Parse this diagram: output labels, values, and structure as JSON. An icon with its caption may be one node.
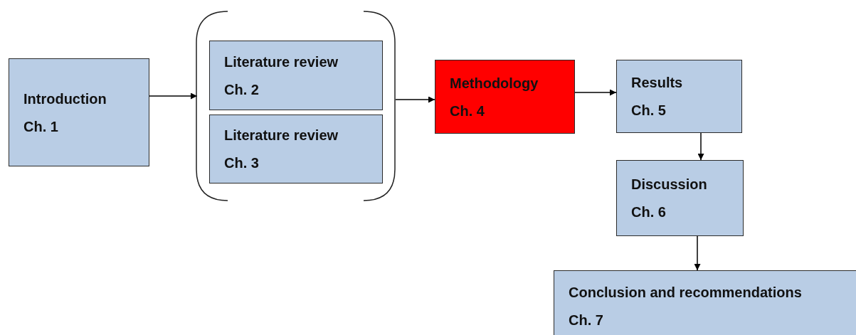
{
  "diagram": {
    "nodes": [
      {
        "text": [
          "Introduction",
          "Ch. 1"
        ]
      },
      {
        "text": [],
        "shape": "bracket"
      },
      {
        "text": [
          "Literature review",
          "Ch. 2"
        ],
        "in": 1
      },
      {
        "text": [
          "Literature review",
          "Ch. 3"
        ],
        "in": 1
      },
      {
        "text": [
          "Methodology",
          "Ch. 4"
        ]
      },
      {
        "text": [
          "Results",
          "Ch. 5"
        ]
      },
      {
        "text": [
          "Discussion",
          "Ch. 6"
        ]
      },
      {
        "text": [
          "Conclusion and recommendations",
          "Ch. 7"
        ]
      }
    ],
    "edges": [
      {
        "from": 0,
        "to": 1,
        "arrow": "to"
      },
      {
        "from": 1,
        "to": 4,
        "arrow": "to"
      },
      {
        "from": 4,
        "to": 5,
        "arrow": "to"
      },
      {
        "from": 5,
        "to": 6,
        "arrow": "to"
      },
      {
        "from": 6,
        "to": 7,
        "arrow": "to"
      }
    ]
  }
}
